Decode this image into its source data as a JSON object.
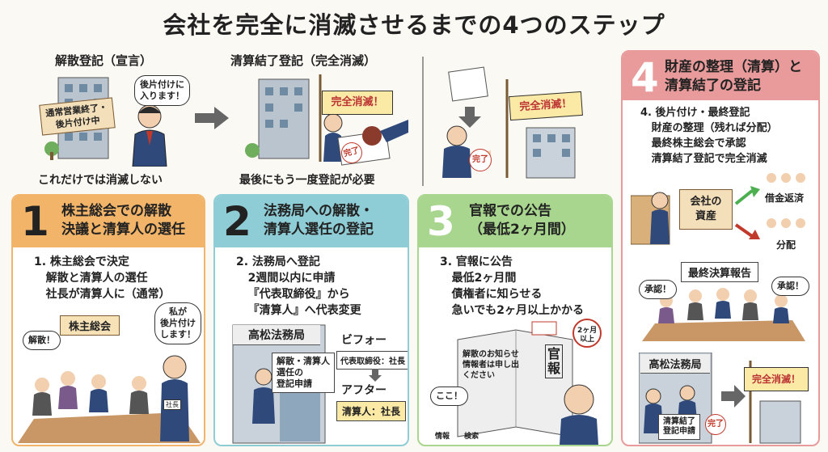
{
  "title": "会社を完全に消滅させるまでの4つのステップ",
  "colors": {
    "step1": "#f1b469",
    "step2": "#8fcdd6",
    "step3": "#a8d68e",
    "step4": "#e89b9a",
    "accent_red": "#c0392b",
    "arrow": "#666666"
  },
  "top": {
    "dissolution_label": "解散登記（宣言）",
    "dissolution_caption": "これだけでは消滅しない",
    "dissolution_sign": "通常営業終了・\n後片付け中",
    "dissolution_bubble": "後片付けに\n入ります！",
    "liquidation_label": "清算結了登記（完全消滅）",
    "liquidation_caption": "最後にもう一度登記が必要",
    "liquidation_flag": "完全消滅！",
    "stamp_text": "完了",
    "right_flag": "完全消滅！",
    "right_stamp": "完了"
  },
  "steps": [
    {
      "number": "1",
      "heading": "株主総会での解散\n決議と清算人の選任",
      "text": "1. 株主総会で決定\n   解散と清算人の選任\n   社長が清算人に（通常）",
      "scene_sign": "株主総会",
      "bubble_left": "解散！",
      "bubble_right": "私が\n後片付け\nします！",
      "badge": "社長"
    },
    {
      "number": "2",
      "heading": "法務局への解散・\n清算人選任の登記",
      "text": "2. 法務局へ登記\n   2週間以内に申請\n   『代表取締役』から\n   『清算人』へ代表変更",
      "office": "高松法務局",
      "doc": "解散・清算人\n選任の\n登記申請",
      "before_label": "ビフォー",
      "before_value": "代表取締役：社長",
      "after_label": "アフター",
      "after_value": "清算人：社長"
    },
    {
      "number": "3",
      "heading": "官報での公告\n（最低2ヶ月間）",
      "text": "3. 官報に公告\n   最低2ヶ月間\n   債権者に知らせる\n   急いでも2ヶ月以上かかる",
      "paper_title": "官\n報",
      "paper_notice": "解散のお知らせ\n情報者は申し出\nください",
      "clock": "2ヶ月\n以上",
      "bubble": "ここ！",
      "person1": "情報",
      "person2": "検索"
    },
    {
      "number": "4",
      "heading": "財産の整理（清算）と\n清算結了の登記",
      "text": "4. 後片付け・最終登記\n   財産の整理（残れば分配）\n   最終株主総会で承認\n   清算結了登記で完全消滅",
      "assets": "会社の\n資産",
      "debt": "借金返済",
      "distribute": "分配",
      "report": "最終決算報告",
      "approve_left": "承認！",
      "approve_right": "承認！",
      "office": "高松法務局",
      "doc": "清算結了\n登記申請",
      "stamp": "完了",
      "flag": "完全消滅！"
    }
  ]
}
